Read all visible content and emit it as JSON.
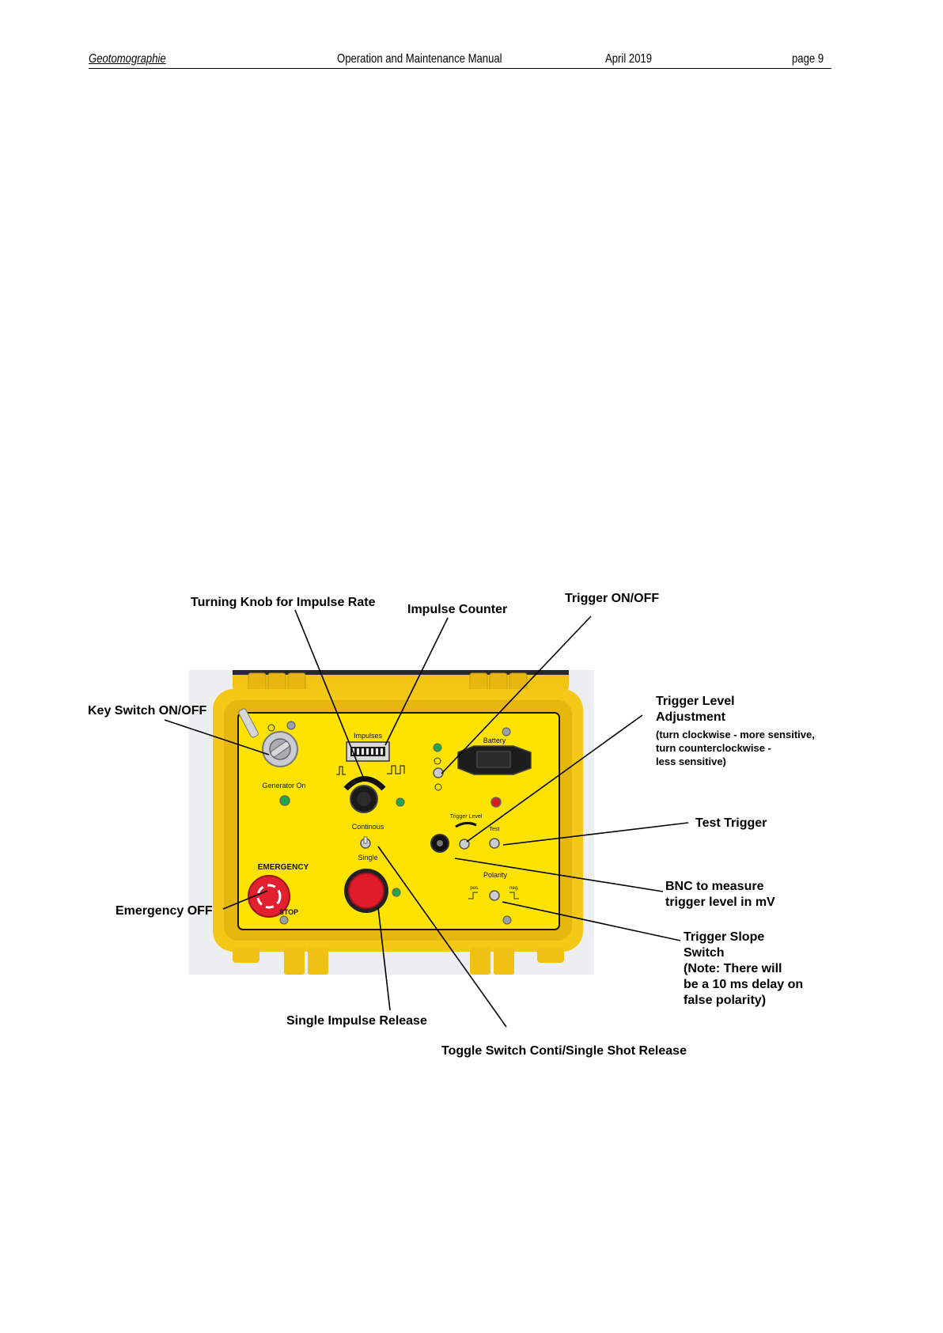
{
  "header": {
    "left": "Geotomographie",
    "title": "Operation and Maintenance Manual",
    "date": "April 2019",
    "page": "page 9"
  },
  "panel": {
    "impulses": "Impulses",
    "battery": "Battery",
    "generator_on": "Generator On",
    "continous": "Continous",
    "single": "Single",
    "emergency": "EMERGENCY",
    "stop": "STOP",
    "trigger_level": "Trigger Level",
    "test": "Test",
    "polarity": "Polarity",
    "pos": "pos.",
    "neg": "neg."
  },
  "callouts": {
    "turning_knob": "Turning Knob for Impulse Rate",
    "impulse_counter": "Impulse Counter",
    "trigger_onoff": "Trigger ON/OFF",
    "key_switch": "Key Switch ON/OFF",
    "trigger_level_1": "Trigger Level",
    "trigger_level_2": "Adjustment",
    "trigger_level_3": "(turn clockwise - more sensitive,",
    "trigger_level_4": " turn counterclockwise -",
    "trigger_level_5": "less sensitive)",
    "test_trigger": "Test Trigger",
    "bnc_1": "BNC to measure",
    "bnc_2": "trigger level in mV",
    "emergency_off": "Emergency OFF",
    "slope_1": "Trigger Slope",
    "slope_2": "Switch",
    "slope_3": "(Note: There will",
    "slope_4": "be a 10 ms delay on",
    "slope_5": "false polarity)",
    "single_release": "Single Impulse Release",
    "toggle_switch": "Toggle Switch Conti/Single Shot Release"
  }
}
